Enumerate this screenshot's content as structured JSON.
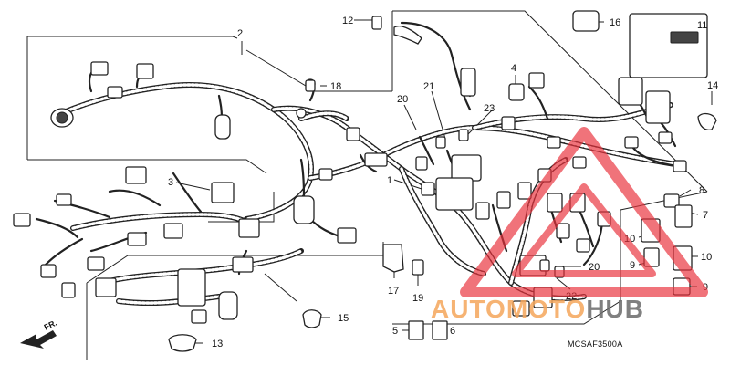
{
  "diagram": {
    "code": "MCSAF3500A",
    "direction_label": "FR.",
    "callouts": [
      "1",
      "2",
      "3",
      "4",
      "5",
      "6",
      "7",
      "8",
      "9",
      "9",
      "10",
      "10",
      "11",
      "12",
      "13",
      "14",
      "15",
      "16",
      "17",
      "18",
      "19",
      "20",
      "20",
      "21",
      "22",
      "23"
    ],
    "watermark": {
      "part1": "AUTO",
      "part2": "MOTO",
      "part3": "HUB",
      "colors": {
        "accent": "#f5a65b",
        "dark": "#6b6b6b",
        "triangle": "#e8323c"
      }
    }
  }
}
